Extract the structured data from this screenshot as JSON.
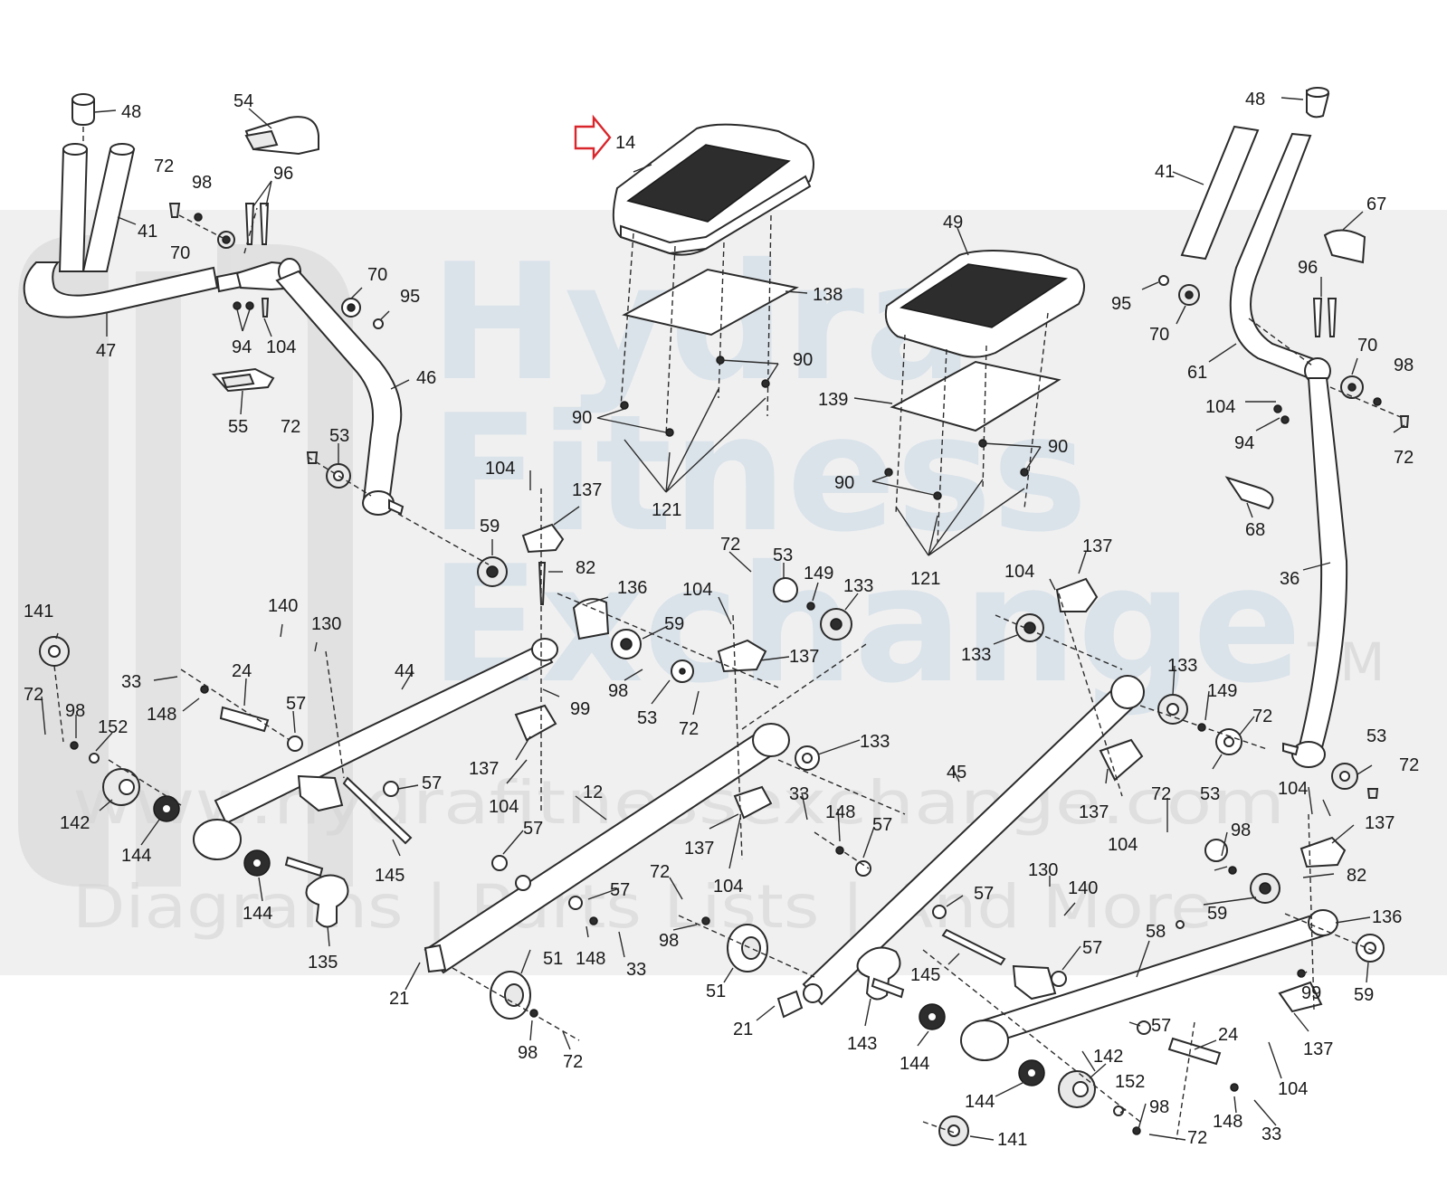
{
  "watermark": {
    "line1": "Hydra",
    "line2": "Fitness",
    "line3": "Exchange",
    "trademark": "TM",
    "url": "www.hydrafitnessexchange.com",
    "tagline": "Diagrams | Parts Lists | And More"
  },
  "colors": {
    "watermark_band": "#e6e6e6",
    "watermark_letters": "#c9d9e6",
    "highlight_arrow": "#d9262c",
    "line": "#2b2b2b"
  },
  "highlighted_part": "14",
  "labels": {
    "p48l": "48",
    "p54": "54",
    "p72a": "72",
    "p98a": "98",
    "p96a": "96",
    "p41l": "41",
    "p70a": "70",
    "p47": "47",
    "p94a": "94",
    "p104a": "104",
    "p70b": "70",
    "p95a": "95",
    "p46": "46",
    "p55": "55",
    "p72b": "72",
    "p53a": "53",
    "p104b": "104",
    "p137a": "137",
    "p59a": "59",
    "p82a": "82",
    "p14": "14",
    "p138": "138",
    "p90a": "90",
    "p90b": "90",
    "p121a": "121",
    "p49": "49",
    "p139": "139",
    "p90c": "90",
    "p90d": "90",
    "p121b": "121",
    "p48r": "48",
    "p41r": "41",
    "p67": "67",
    "p96b": "96",
    "p95b": "95",
    "p70c": "70",
    "p61": "61",
    "p70d": "70",
    "p98b": "98",
    "p104c": "104",
    "p94b": "94",
    "p72c": "72",
    "p68": "68",
    "p36": "36",
    "p141a": "141",
    "p140a": "140",
    "p130a": "130",
    "p33a": "33",
    "p24a": "24",
    "p44": "44",
    "p136a": "136",
    "p59b": "59",
    "p104d": "104",
    "p72d": "72",
    "p53b": "53",
    "p149a": "149",
    "p133a": "133",
    "p137b": "137",
    "p98c": "98",
    "p53c": "53",
    "p72e": "72",
    "p99a": "99",
    "p148a": "148",
    "p72f": "72",
    "p98d": "98",
    "p152a": "152",
    "p57a": "57",
    "p137c": "137",
    "p104e": "104",
    "p57b": "57",
    "p142a": "142",
    "p144a": "144",
    "p12": "12",
    "p145a": "145",
    "p144b": "144",
    "p135": "135",
    "p57c": "57",
    "p133b": "133",
    "p33b": "33",
    "p148b": "148",
    "p57d": "57",
    "p137d": "137",
    "p104f": "104",
    "p45": "45",
    "p104g": "104",
    "p137e": "137",
    "p133c": "133",
    "p133d": "133",
    "p149b": "149",
    "p72g": "72",
    "p53d": "53",
    "p53e": "53",
    "p72h": "72",
    "p137f": "137",
    "p104h": "104",
    "p72i": "72",
    "p98e": "98",
    "p104i": "104",
    "p137g": "137",
    "p82b": "82",
    "p59c": "59",
    "p136b": "136",
    "p72j": "72",
    "p57e": "57",
    "p57f": "57",
    "p98f": "98",
    "p148c": "148",
    "p33c": "33",
    "p130b": "130",
    "p140b": "140",
    "p57g": "57",
    "p58": "58",
    "p145b": "145",
    "p51a": "51",
    "p21a": "21",
    "p98g": "98",
    "p72k": "72",
    "p51b": "51",
    "p21b": "21",
    "p143": "143",
    "p144c": "144",
    "p99b": "99",
    "p59d": "59",
    "p137h": "137",
    "p104j": "104",
    "p57h": "57",
    "p24b": "24",
    "p142b": "142",
    "p144d": "144",
    "p152b": "152",
    "p98h": "98",
    "p148d": "148",
    "p33d": "33",
    "p72l": "72",
    "p141b": "141"
  }
}
